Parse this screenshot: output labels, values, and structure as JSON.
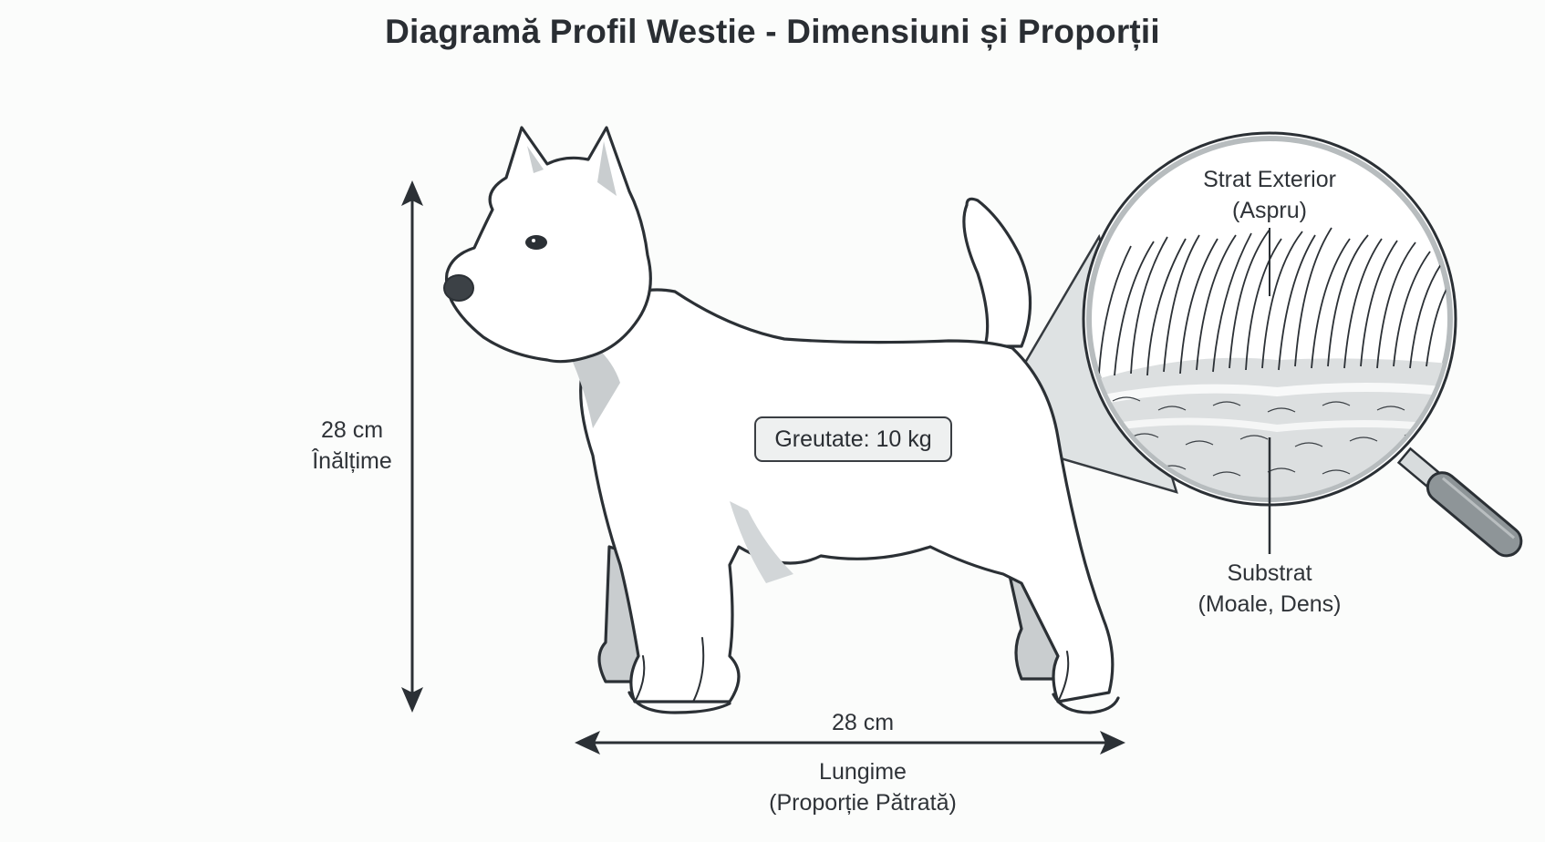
{
  "title": "Diagramă Profil Westie - Dimensiuni și Proporții",
  "height_measure": {
    "value": "28 cm",
    "label": "Înălțime"
  },
  "length_measure": {
    "value": "28 cm",
    "label": "Lungime",
    "sublabel": "(Proporție Pătrată)"
  },
  "weight_badge": "Greutate: 10 kg",
  "coat_detail": {
    "outer_layer": {
      "label": "Strat Exterior",
      "sublabel": "(Aspru)"
    },
    "undercoat": {
      "label": "Substrat",
      "sublabel": "(Moale, Dens)"
    }
  },
  "icons": [
    "west-highland-terrier-illustration",
    "magnifying-glass-icon",
    "double-arrow-vertical",
    "double-arrow-horizontal"
  ],
  "colors": {
    "line": "#2b3035",
    "shade": "#c9cdcf",
    "background": "#fbfcfb",
    "lens_fill": "#e4e7e8",
    "handle": "#8e9598"
  }
}
